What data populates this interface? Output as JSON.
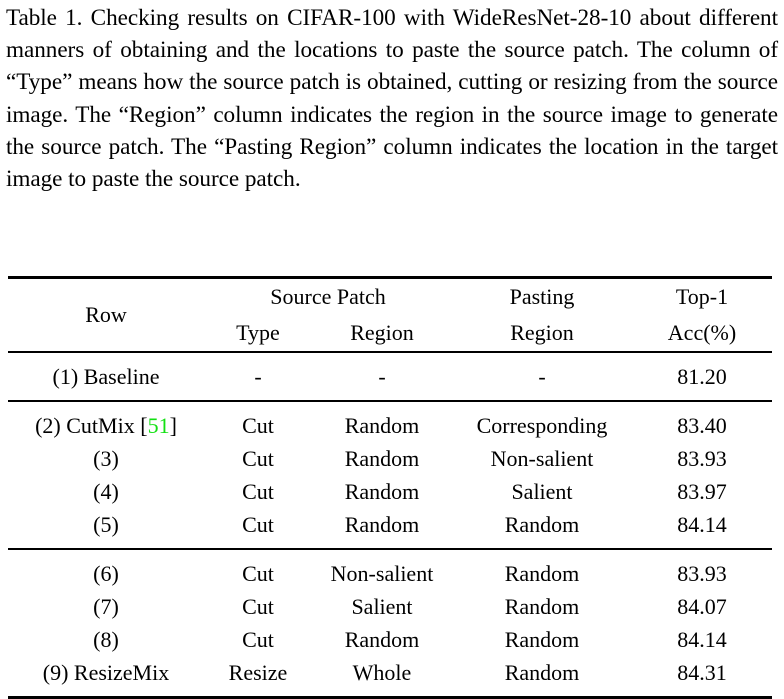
{
  "caption": {
    "text": "Table 1. Checking results on CIFAR-100 with WideResNet-28-10 about different manners of obtaining and the locations to paste the source patch. The column of “Type” means how the source patch is obtained, cutting or resizing from the source image. The “Region” column indicates the region in the source image to generate the source patch. The “Pasting Region” column indicates the location in the target image to paste the source patch."
  },
  "table": {
    "headers": {
      "row": "Row",
      "source_patch_group": "Source Patch",
      "type": "Type",
      "region": "Region",
      "pasting_line1": "Pasting",
      "pasting_line2": "Region",
      "top1_line1": "Top-1",
      "top1_line2": "Acc(%)"
    },
    "groups": [
      {
        "rows": [
          {
            "row_prefix": "(1)",
            "row_name": "Baseline",
            "citation": "",
            "type": "-",
            "region": "-",
            "pasting": "-",
            "acc": "81.20",
            "acc_bold": false
          }
        ]
      },
      {
        "rows": [
          {
            "row_prefix": "(2)",
            "row_name": "CutMix",
            "citation": "51",
            "type": "Cut",
            "region": "Random",
            "pasting": "Corresponding",
            "acc": "83.40",
            "acc_bold": false
          },
          {
            "row_prefix": "(3)",
            "row_name": "",
            "citation": "",
            "type": "Cut",
            "region": "Random",
            "pasting": "Non-salient",
            "acc": "83.93",
            "acc_bold": false
          },
          {
            "row_prefix": "(4)",
            "row_name": "",
            "citation": "",
            "type": "Cut",
            "region": "Random",
            "pasting": "Salient",
            "acc": "83.97",
            "acc_bold": false
          },
          {
            "row_prefix": "(5)",
            "row_name": "",
            "citation": "",
            "type": "Cut",
            "region": "Random",
            "pasting": "Random",
            "acc": "84.14",
            "acc_bold": true
          }
        ]
      },
      {
        "rows": [
          {
            "row_prefix": "(6)",
            "row_name": "",
            "citation": "",
            "type": "Cut",
            "region": "Non-salient",
            "pasting": "Random",
            "acc": "83.93",
            "acc_bold": false
          },
          {
            "row_prefix": "(7)",
            "row_name": "",
            "citation": "",
            "type": "Cut",
            "region": "Salient",
            "pasting": "Random",
            "acc": "84.07",
            "acc_bold": false
          },
          {
            "row_prefix": "(8)",
            "row_name": "",
            "citation": "",
            "type": "Cut",
            "region": "Random",
            "pasting": "Random",
            "acc": "84.14",
            "acc_bold": false
          },
          {
            "row_prefix": "(9)",
            "row_name": "ResizeMix",
            "citation": "",
            "type": "Resize",
            "region": "Whole",
            "pasting": "Random",
            "acc": "84.31",
            "acc_bold": true
          }
        ]
      }
    ]
  },
  "colors": {
    "citation_green": "#12e012",
    "rule_black": "#000000",
    "text": "#000000",
    "background": "#ffffff"
  }
}
